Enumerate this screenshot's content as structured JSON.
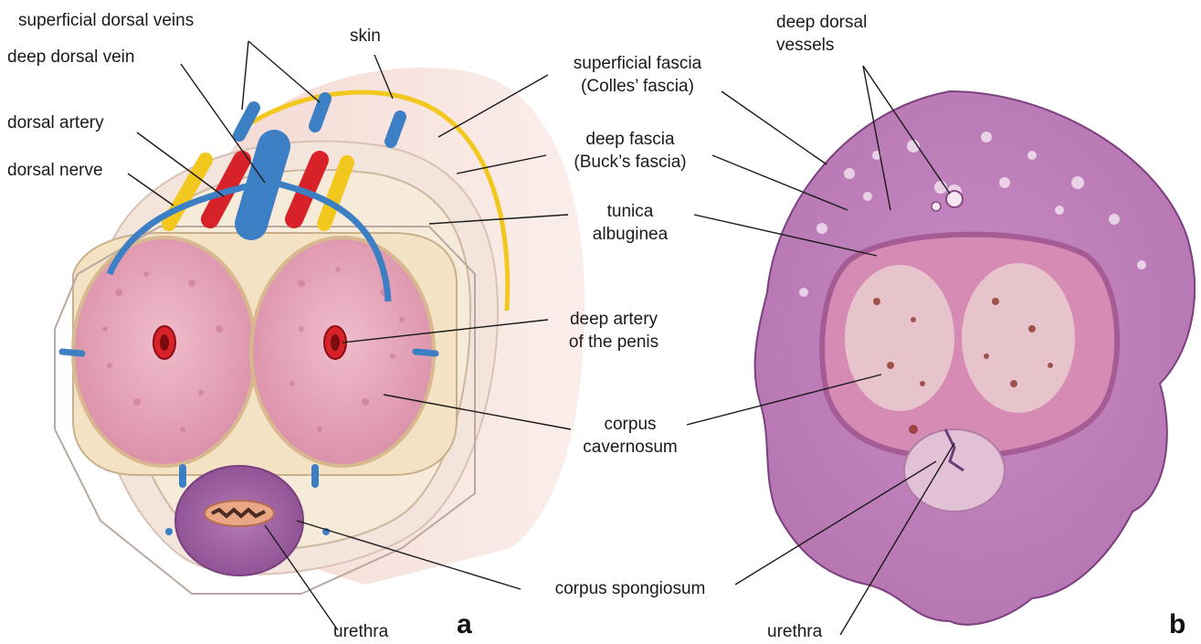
{
  "panels": {
    "a": "a",
    "b": "b"
  },
  "labels": {
    "superficial_dorsal_veins": "superficial dorsal veins",
    "skin": "skin",
    "deep_dorsal_vein": "deep dorsal vein",
    "dorsal_artery": "dorsal artery",
    "dorsal_nerve": "dorsal nerve",
    "superficial_fascia_1": "superficial fascia",
    "superficial_fascia_2": "(Colles’ fascia)",
    "deep_fascia_1": "deep fascia",
    "deep_fascia_2": "(Buck’s fascia)",
    "tunica_1": "tunica",
    "tunica_2": "albuginea",
    "deep_artery_1": "deep artery",
    "deep_artery_2": "of the penis",
    "corpus_cav_1": "corpus",
    "corpus_cav_2": "cavernosum",
    "corpus_spongiosum": "corpus spongiosum",
    "urethra_a": "urethra",
    "urethra_b": "urethra",
    "deep_dorsal_vessels_1": "deep dorsal",
    "deep_dorsal_vessels_2": "vessels"
  },
  "colors": {
    "artery": "#d8222a",
    "vein": "#3d7fc4",
    "nerve": "#f2c81e",
    "cavernosum": "#e6a3b8",
    "spongiosum": "#9c5c9e",
    "fascia": "#efe0d6",
    "tunica": "#f4e2c4",
    "histology": "#b878b6"
  }
}
